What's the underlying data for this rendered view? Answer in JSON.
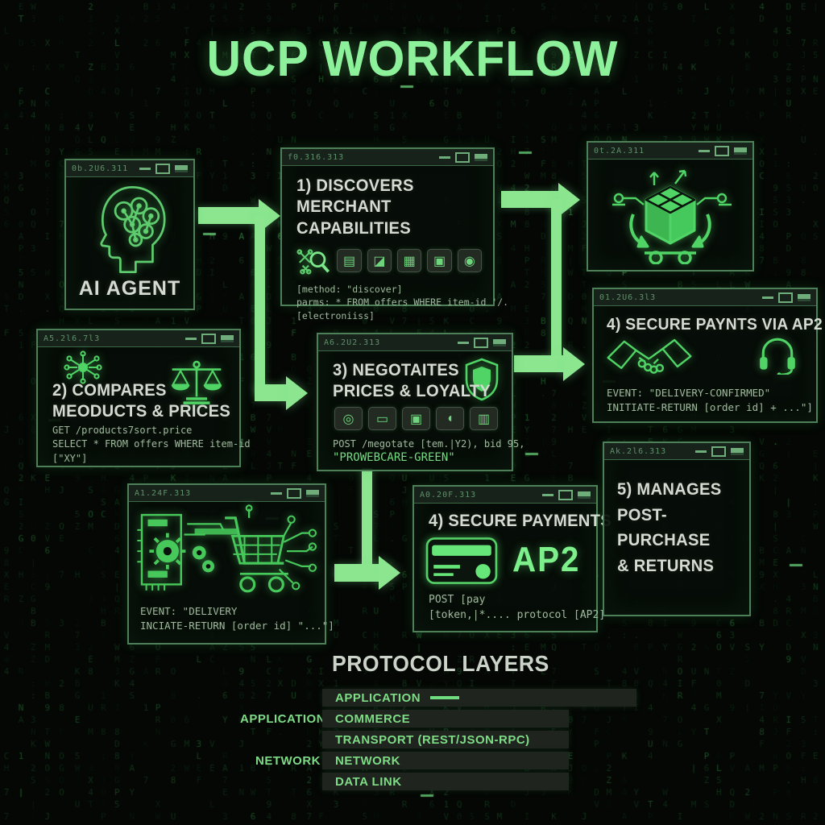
{
  "title": "UCP WORKFLOW",
  "colors": {
    "bright_green": "#7df08b",
    "arrow_green": "#8ce68f",
    "panel_border": "#4d7f58",
    "heading_grey": "#d6dbd2",
    "code_green": "#9fb89d",
    "background": "#040704"
  },
  "matrix_charset": "0123456789ABCDEFGHIJKLMNOPQRSTUVWXYZ|:.",
  "panels": {
    "ai_agent": {
      "titlebar": "0b.2U6.311",
      "label": "AI AGENT",
      "icon": "brain-head-icon"
    },
    "discovers": {
      "titlebar": "f0.316.313",
      "heading_line1": "1) DISCOVERS",
      "heading_line2": "MERCHANT CAPABILITIES",
      "tile_glyphs": [
        "▤",
        "◪",
        "▦",
        "▣",
        "◉"
      ],
      "code": [
        "[method: \"discover]",
        "parms: * FROM offers WHERE item-id '/.",
        "[electroniiss]"
      ]
    },
    "fulfillment": {
      "titlebar": "0t.2A.311",
      "icon": "package-cycle-icon"
    },
    "compares": {
      "titlebar": "A5.2l6.7l3",
      "heading_line1": "2) COMPARES",
      "heading_line2": "MEODUCTS & PRICES",
      "code": [
        "GET /products7sort.price",
        "SELECT * FROM offers WHERE item-id",
        "[\"XY\"]"
      ]
    },
    "negotiates": {
      "titlebar": "A6.2U2.313",
      "heading_line1": "3) NEGOTAITES",
      "heading_line2": "PRICES & LOYALTY",
      "tile_glyphs": [
        "◎",
        "▭",
        "▣",
        "◖",
        "▥"
      ],
      "code_line1": "POST /megotate [tem.|Y2), bid 95,",
      "code_line2": "\"PROWEBCARE-GREEN\""
    },
    "secure_ap2": {
      "titlebar": "01.2U6.3l3",
      "heading": "4) SECURE PAYNTS VIA AP2",
      "code": [
        "EVENT: \"DELIVERY-CONFIRMED\"",
        "INITIATE-RETURN [order id] + ...\"]"
      ]
    },
    "circuit": {
      "titlebar": "A1.24F.313",
      "code": [
        "EVENT: \"DELIVERY",
        "INCIATE-RETURN [order id] \"...\"]"
      ]
    },
    "payments": {
      "titlebar": "A0.20F.313",
      "heading": "4) SECURE PAYMENTS",
      "ap2_label": "AP2",
      "code": [
        "POST [pay",
        "[token,|*.... protocol [AP2]"
      ]
    },
    "manages": {
      "titlebar": "Ak.2l6.313",
      "heading_line1": "5) MANAGES",
      "heading_line2": "POST-PURCHASE",
      "heading_line3": "& RETURNS"
    }
  },
  "protocol": {
    "title": "PROTOCOL LAYERS",
    "side_labels": [
      {
        "label": "APPLICATION"
      },
      {
        "label": "NETWORK"
      }
    ],
    "bars": [
      {
        "label": "APPLICATION"
      },
      {
        "label": "COMMERCE"
      },
      {
        "label": "TRANSPORT (REST/JSON-RPC)"
      },
      {
        "label": "NETWORK"
      },
      {
        "label": "DATA LINK"
      }
    ]
  }
}
